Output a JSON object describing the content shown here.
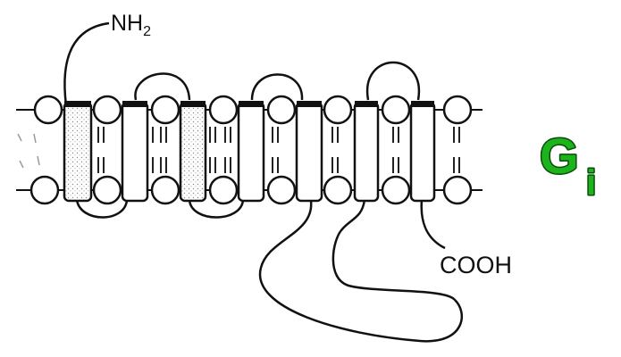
{
  "diagram": {
    "n_terminus_label": "NH",
    "n_terminus_subscript": "2",
    "c_terminus_label": "COOH",
    "g_protein_letter": "G",
    "g_protein_subscript": "i",
    "g_protein_color": "#1db31d",
    "g_protein_outline": "#0a4d0a",
    "transmembrane_helix_count": 7
  }
}
